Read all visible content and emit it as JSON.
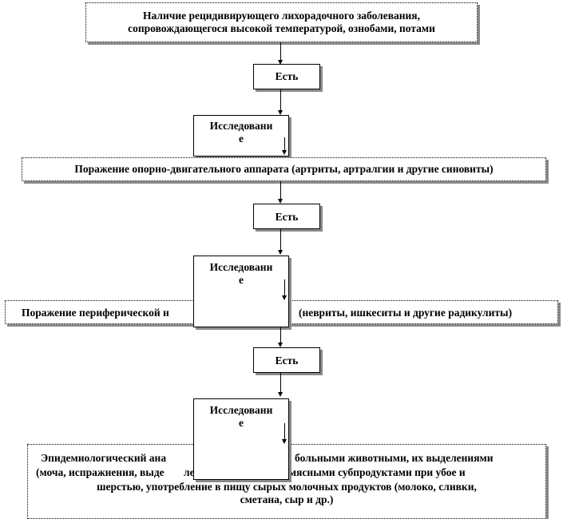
{
  "nodes": {
    "symptoms": "Наличие  рецидивирующего  лихорадочного  заболевания,\nсопровождающегося  высокой  температурой,  ознобами,  потами",
    "yes_1": "Есть",
    "research_1": "Исследовани\nе",
    "musculoskeletal": "Поражение  опорно-двигательного  аппарата  (артриты,  артралгии  и другие синовиты)",
    "yes_2": "Есть",
    "research_2": "Исследовани\nе",
    "peripheral_left": "Поражение  периферической  н",
    "peripheral_right": "(невриты,  ишкеситы  и другие радикулиты)",
    "yes_3": "Есть",
    "research_3": "Исследовани\nе",
    "epidemiology_line1_left": "Эпидемиологический  ана",
    "epidemiology_line1_right": "больными животными,  их выделениями",
    "epidemiology_line2_left": "(моча,  испражнения,  выде",
    "epidemiology_line2_right": "ления из гениталий),  мясными  субпродуктами  при убое и",
    "epidemiology_rest": "шерстью,  употребление  в пищу  сырых  молочных  продуктов  (молоко, сливки,\nсметана,  сыр  и др.)"
  }
}
